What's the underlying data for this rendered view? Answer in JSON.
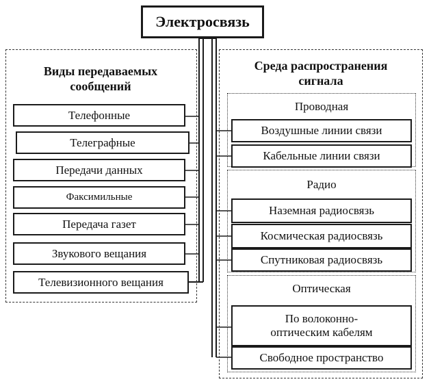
{
  "root": {
    "title": "Электросвязь"
  },
  "left_panel": {
    "heading_line1": "Виды передаваемых",
    "heading_line2": "сообщений",
    "items": [
      "Телефонные",
      "Телеграфные",
      "Передачи данных",
      "Факсимильные",
      "Передача газет",
      "Звукового вещания",
      "Телевизионного вещания"
    ]
  },
  "right_panel": {
    "heading_line1": "Среда распространения",
    "heading_line2": "сигнала",
    "groups": [
      {
        "label": "Проводная",
        "items": [
          "Воздушные линии связи",
          "Кабельные линии связи"
        ]
      },
      {
        "label": "Радио",
        "items": [
          "Наземная радиосвязь",
          "Космическая радиосвязь",
          "Спутниковая радиосвязь"
        ]
      },
      {
        "label": "Оптическая",
        "items": [
          "По волоконно-оптическим кабелям",
          "Свободное пространство"
        ]
      }
    ],
    "optical_fiber_line1": "По волоконно-",
    "optical_fiber_line2": "оптическим кабелям"
  },
  "colors": {
    "line": "#1a1a1a",
    "background": "#ffffff"
  }
}
